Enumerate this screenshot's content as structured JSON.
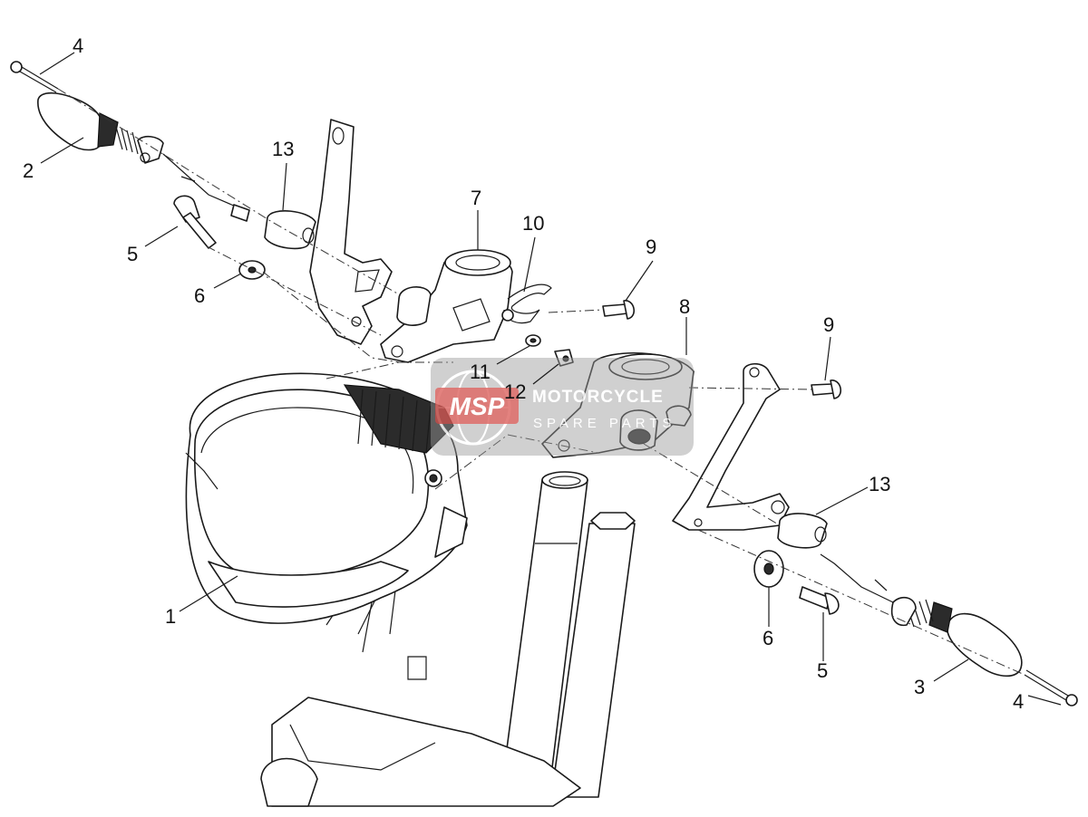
{
  "callouts": [
    {
      "id": "c-4a",
      "text": "4"
    },
    {
      "id": "c-2",
      "text": "2"
    },
    {
      "id": "c-13a",
      "text": "13"
    },
    {
      "id": "c-5a",
      "text": "5"
    },
    {
      "id": "c-6a",
      "text": "6"
    },
    {
      "id": "c-7",
      "text": "7"
    },
    {
      "id": "c-10",
      "text": "10"
    },
    {
      "id": "c-9a",
      "text": "9"
    },
    {
      "id": "c-8",
      "text": "8"
    },
    {
      "id": "c-9b",
      "text": "9"
    },
    {
      "id": "c-11",
      "text": "11"
    },
    {
      "id": "c-12",
      "text": "12"
    },
    {
      "id": "c-13b",
      "text": "13"
    },
    {
      "id": "c-1",
      "text": "1"
    },
    {
      "id": "c-6b",
      "text": "6"
    },
    {
      "id": "c-5b",
      "text": "5"
    },
    {
      "id": "c-3",
      "text": "3"
    },
    {
      "id": "c-4b",
      "text": "4"
    }
  ],
  "watermark": {
    "logo_text": "MSP",
    "title": "MOTORCYCLE",
    "subtitle": "SPARE PARTS"
  },
  "colors": {
    "watermark_red": "#d9534f",
    "watermark_gray": "#9a9a9a",
    "line": "#1a1a1a"
  }
}
